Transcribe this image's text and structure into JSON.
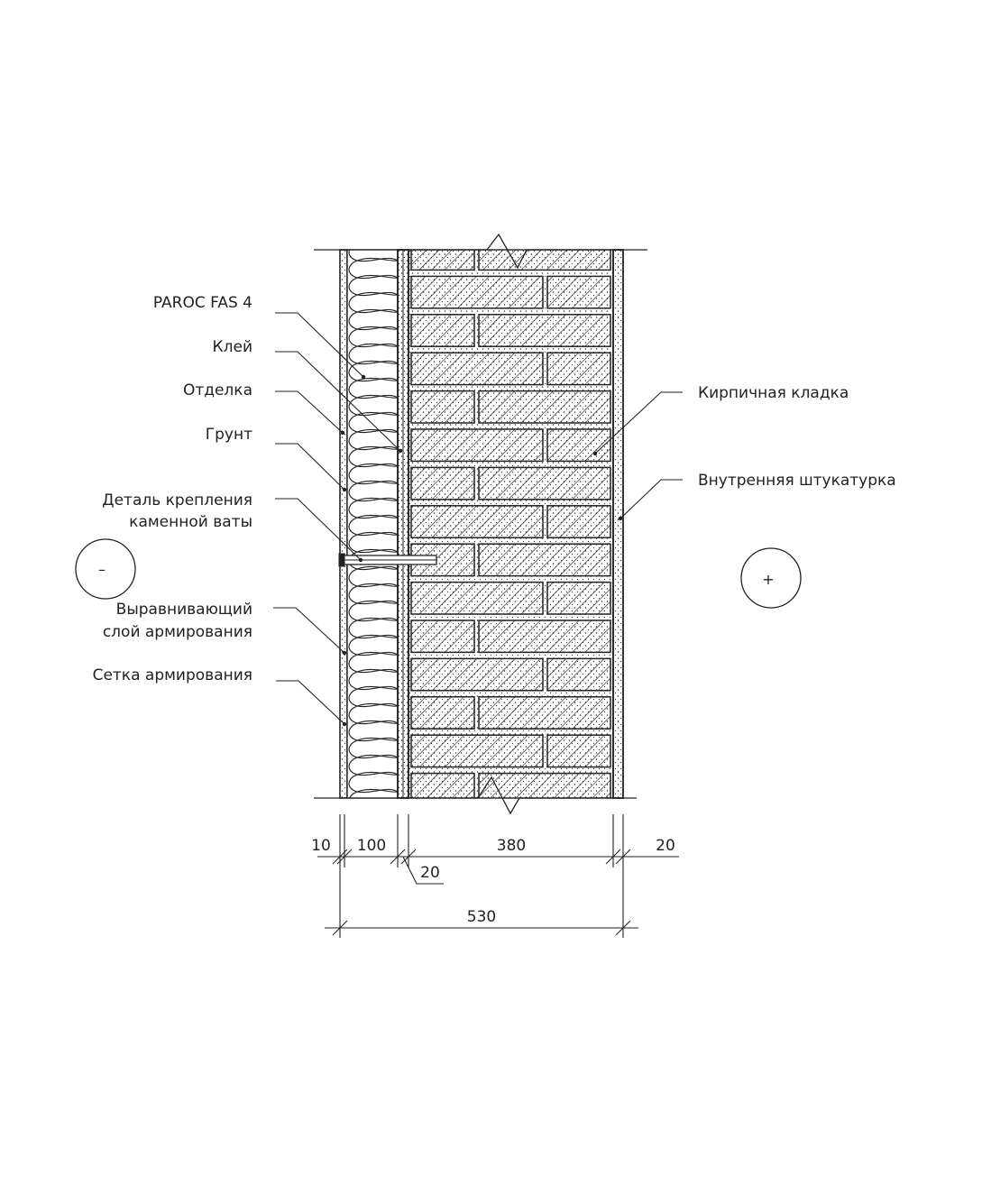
{
  "labels_left": [
    {
      "id": "paroc",
      "lines": [
        "PAROC FAS 4"
      ]
    },
    {
      "id": "glue",
      "lines": [
        "Клей"
      ]
    },
    {
      "id": "finish",
      "lines": [
        "Отделка"
      ]
    },
    {
      "id": "primer",
      "lines": [
        "Грунт"
      ]
    },
    {
      "id": "anchor",
      "lines": [
        "Деталь крепления",
        "каменной ваты"
      ]
    },
    {
      "id": "leveling",
      "lines": [
        "Выравнивающий",
        "слой армирования"
      ]
    },
    {
      "id": "mesh",
      "lines": [
        "Сетка армирования"
      ]
    }
  ],
  "labels_right": [
    {
      "id": "brick",
      "lines": [
        "Кирпичная кладка"
      ]
    },
    {
      "id": "plaster",
      "lines": [
        "Внутренняя штукатурка"
      ]
    }
  ],
  "signs": {
    "outside": "–",
    "inside": "+"
  },
  "dimensions": {
    "d10": "10",
    "d100": "100",
    "d20a": "20",
    "d380": "380",
    "d20b": "20",
    "total": "530"
  }
}
